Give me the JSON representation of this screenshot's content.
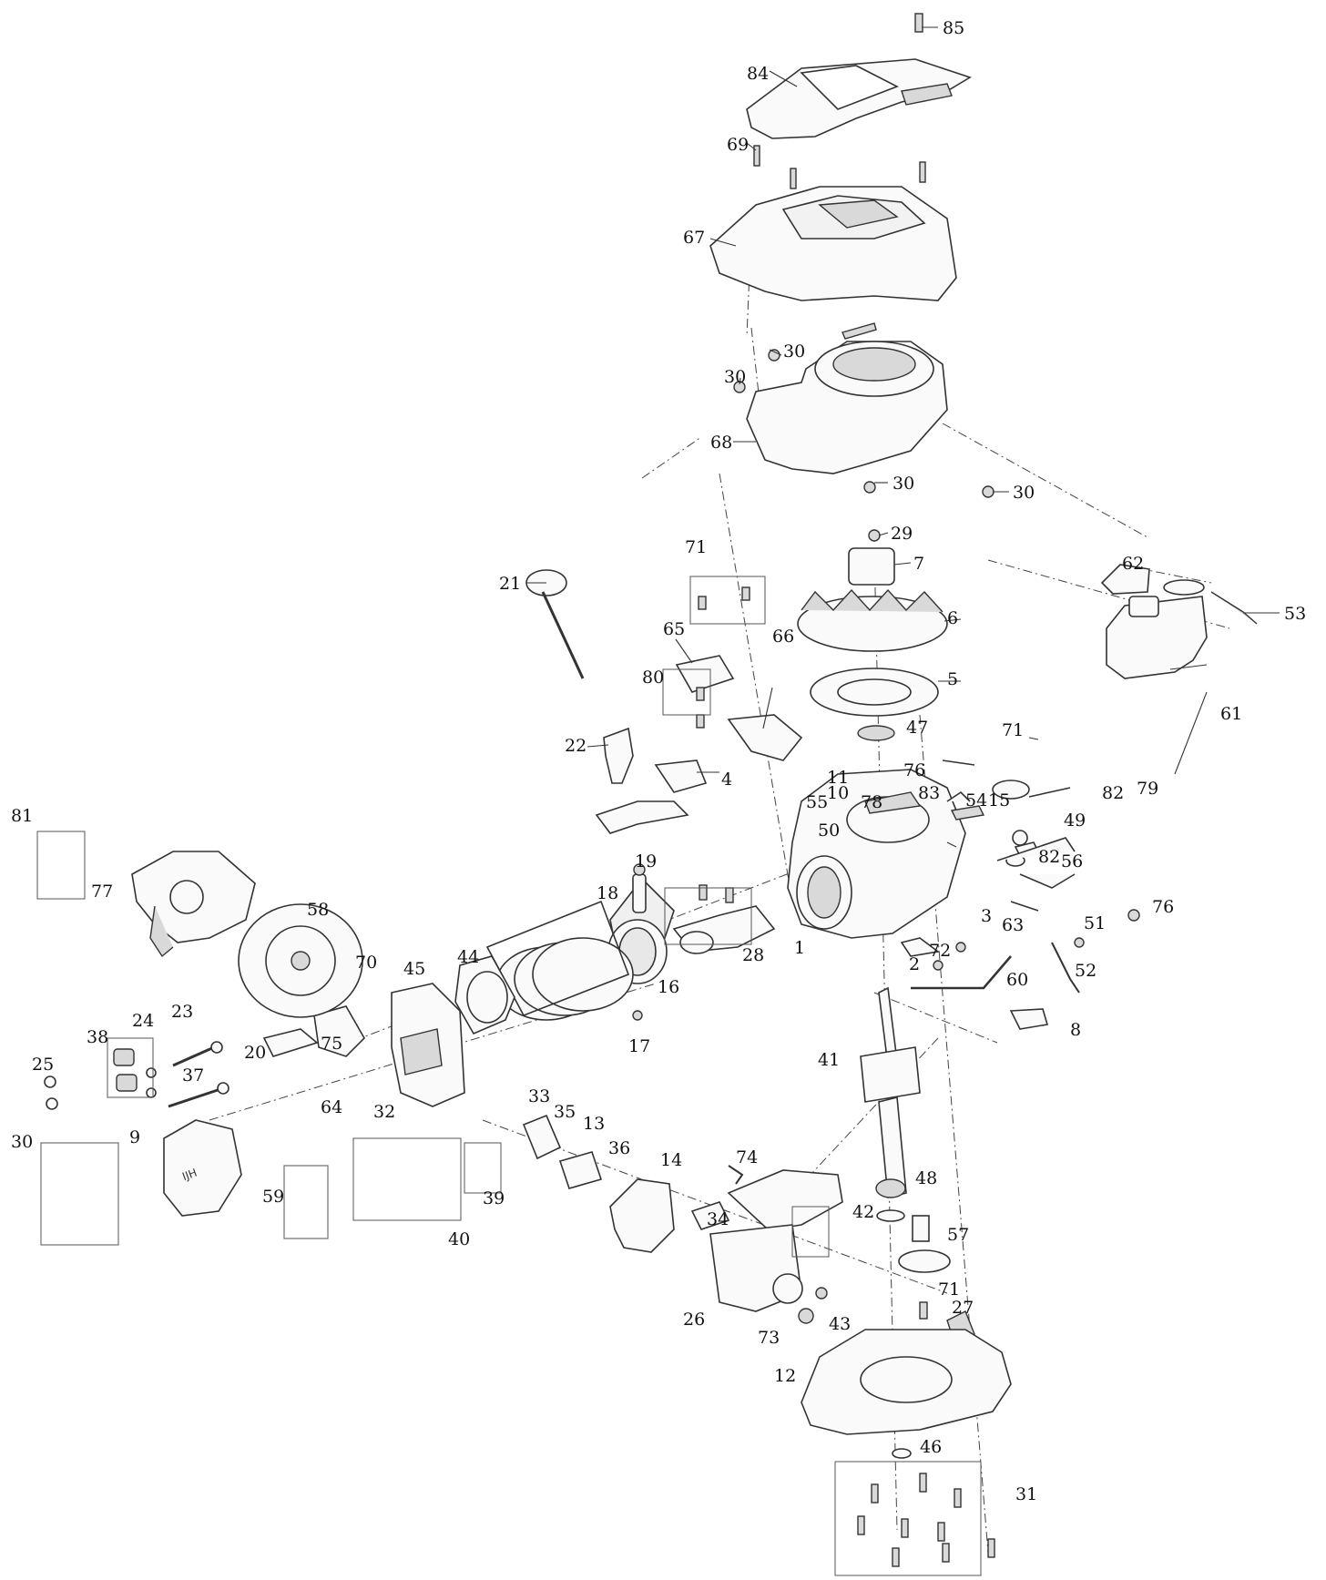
{
  "parts": [
    {
      "id": "p85",
      "label": "85"
    },
    {
      "id": "p84",
      "label": "84"
    },
    {
      "id": "p69",
      "label": "69"
    },
    {
      "id": "p67",
      "label": "67"
    },
    {
      "id": "p30a",
      "label": "30"
    },
    {
      "id": "p30b",
      "label": "30"
    },
    {
      "id": "p68",
      "label": "68"
    },
    {
      "id": "p30c",
      "label": "30"
    },
    {
      "id": "p30d",
      "label": "30"
    },
    {
      "id": "p29",
      "label": "29"
    },
    {
      "id": "p7",
      "label": "7"
    },
    {
      "id": "p62",
      "label": "62"
    },
    {
      "id": "p71a",
      "label": "71"
    },
    {
      "id": "p21",
      "label": "21"
    },
    {
      "id": "p6",
      "label": "6"
    },
    {
      "id": "p53",
      "label": "53"
    },
    {
      "id": "p65",
      "label": "65"
    },
    {
      "id": "p5",
      "label": "5"
    },
    {
      "id": "p66",
      "label": "66"
    },
    {
      "id": "p80",
      "label": "80"
    },
    {
      "id": "p47",
      "label": "47"
    },
    {
      "id": "p61",
      "label": "61"
    },
    {
      "id": "p22",
      "label": "22"
    },
    {
      "id": "p71b",
      "label": "71"
    },
    {
      "id": "p11",
      "label": "11"
    },
    {
      "id": "p76a",
      "label": "76"
    },
    {
      "id": "p10",
      "label": "10"
    },
    {
      "id": "p4",
      "label": "4"
    },
    {
      "id": "p83",
      "label": "83"
    },
    {
      "id": "p79",
      "label": "79"
    },
    {
      "id": "p55",
      "label": "55"
    },
    {
      "id": "p78",
      "label": "78"
    },
    {
      "id": "p54",
      "label": "54"
    },
    {
      "id": "p15",
      "label": "15"
    },
    {
      "id": "p82a",
      "label": "82"
    },
    {
      "id": "p81",
      "label": "81"
    },
    {
      "id": "p50",
      "label": "50"
    },
    {
      "id": "p49",
      "label": "49"
    },
    {
      "id": "p19",
      "label": "19"
    },
    {
      "id": "p82b",
      "label": "82"
    },
    {
      "id": "p56",
      "label": "56"
    },
    {
      "id": "p77",
      "label": "77"
    },
    {
      "id": "p18",
      "label": "18"
    },
    {
      "id": "p58",
      "label": "58"
    },
    {
      "id": "p76b",
      "label": "76"
    },
    {
      "id": "p3",
      "label": "3"
    },
    {
      "id": "p51",
      "label": "51"
    },
    {
      "id": "p63",
      "label": "63"
    },
    {
      "id": "p28",
      "label": "28"
    },
    {
      "id": "p1",
      "label": "1"
    },
    {
      "id": "p44",
      "label": "44"
    },
    {
      "id": "p70",
      "label": "70"
    },
    {
      "id": "p45",
      "label": "45"
    },
    {
      "id": "p72",
      "label": "72"
    },
    {
      "id": "p2",
      "label": "2"
    },
    {
      "id": "p16",
      "label": "16"
    },
    {
      "id": "p52",
      "label": "52"
    },
    {
      "id": "p60",
      "label": "60"
    },
    {
      "id": "p23",
      "label": "23"
    },
    {
      "id": "p8",
      "label": "8"
    },
    {
      "id": "p24",
      "label": "24"
    },
    {
      "id": "p38",
      "label": "38"
    },
    {
      "id": "p17",
      "label": "17"
    },
    {
      "id": "p20",
      "label": "20"
    },
    {
      "id": "p75",
      "label": "75"
    },
    {
      "id": "p41",
      "label": "41"
    },
    {
      "id": "p37",
      "label": "37"
    },
    {
      "id": "p25",
      "label": "25"
    },
    {
      "id": "p33",
      "label": "33"
    },
    {
      "id": "p64",
      "label": "64"
    },
    {
      "id": "p35",
      "label": "35"
    },
    {
      "id": "p32",
      "label": "32"
    },
    {
      "id": "p9",
      "label": "9"
    },
    {
      "id": "p13",
      "label": "13"
    },
    {
      "id": "p30e",
      "label": "30"
    },
    {
      "id": "p36",
      "label": "36"
    },
    {
      "id": "p74",
      "label": "74"
    },
    {
      "id": "p14",
      "label": "14"
    },
    {
      "id": "p48",
      "label": "48"
    },
    {
      "id": "p59",
      "label": "59"
    },
    {
      "id": "p39",
      "label": "39"
    },
    {
      "id": "p34",
      "label": "34"
    },
    {
      "id": "p42",
      "label": "42"
    },
    {
      "id": "p40",
      "label": "40"
    },
    {
      "id": "p57",
      "label": "57"
    },
    {
      "id": "p71c",
      "label": "71"
    },
    {
      "id": "p26",
      "label": "26"
    },
    {
      "id": "p27",
      "label": "27"
    },
    {
      "id": "p43",
      "label": "43"
    },
    {
      "id": "p73",
      "label": "73"
    },
    {
      "id": "p12",
      "label": "12"
    },
    {
      "id": "p46",
      "label": "46"
    },
    {
      "id": "p31",
      "label": "31"
    }
  ]
}
